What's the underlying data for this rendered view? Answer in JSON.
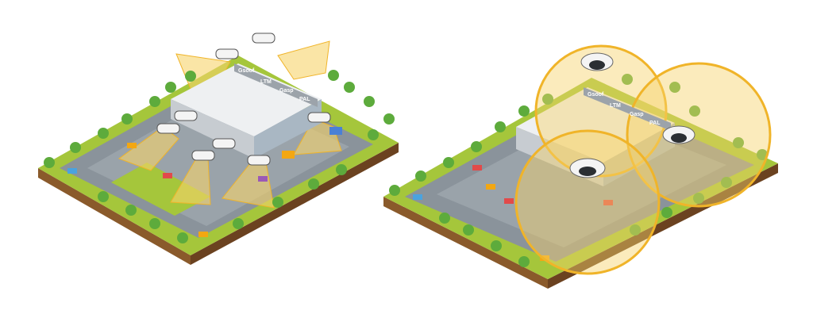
{
  "scenes": [
    {
      "camera_type": "bullet",
      "camera_count": 8
    },
    {
      "camera_type": "fisheye",
      "camera_count": 3
    }
  ],
  "building_signs": [
    "Gsoof",
    "LTM",
    "Gasp",
    "PAL"
  ],
  "colors": {
    "grass": "#a5c63b",
    "tile_side": "#7a4a22",
    "road": "#8a939b",
    "building": "#e9ecef",
    "coverage_fill": "#f6d36b",
    "coverage_stroke": "#f0b429",
    "tree": "#5dab3c"
  }
}
